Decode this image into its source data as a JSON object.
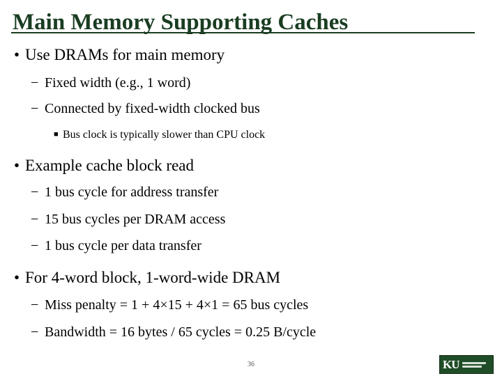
{
  "slide": {
    "title": "Main Memory Supporting Caches",
    "page_number": "36",
    "logo": {
      "mark": "KU",
      "icon": "korea-university-logo"
    },
    "colors": {
      "title": "#1a3d22",
      "logo_bg": "#1f4d27"
    },
    "bullets": [
      {
        "level": 1,
        "marker": "•",
        "text": "Use DRAMs for main memory"
      },
      {
        "level": 2,
        "marker": "−",
        "text": "Fixed width (e.g., 1 word)"
      },
      {
        "level": 2,
        "marker": "−",
        "text": "Connected by fixed-width clocked bus"
      },
      {
        "level": 3,
        "marker": "■",
        "text": "Bus clock is typically slower than CPU clock"
      },
      {
        "level": 1,
        "marker": "•",
        "text": "Example cache block read"
      },
      {
        "level": 2,
        "marker": "−",
        "text": "1 bus cycle for address transfer"
      },
      {
        "level": 2,
        "marker": "−",
        "text": "15 bus cycles per DRAM access"
      },
      {
        "level": 2,
        "marker": "−",
        "text": "1 bus cycle per data transfer"
      },
      {
        "level": 1,
        "marker": "•",
        "text": "For 4-word block, 1-word-wide DRAM"
      },
      {
        "level": 2,
        "marker": "−",
        "text": "Miss penalty = 1 + 4×15 + 4×1 = 65 bus cycles"
      },
      {
        "level": 2,
        "marker": "−",
        "text": "Bandwidth = 16 bytes / 65 cycles = 0.25 B/cycle"
      }
    ]
  }
}
